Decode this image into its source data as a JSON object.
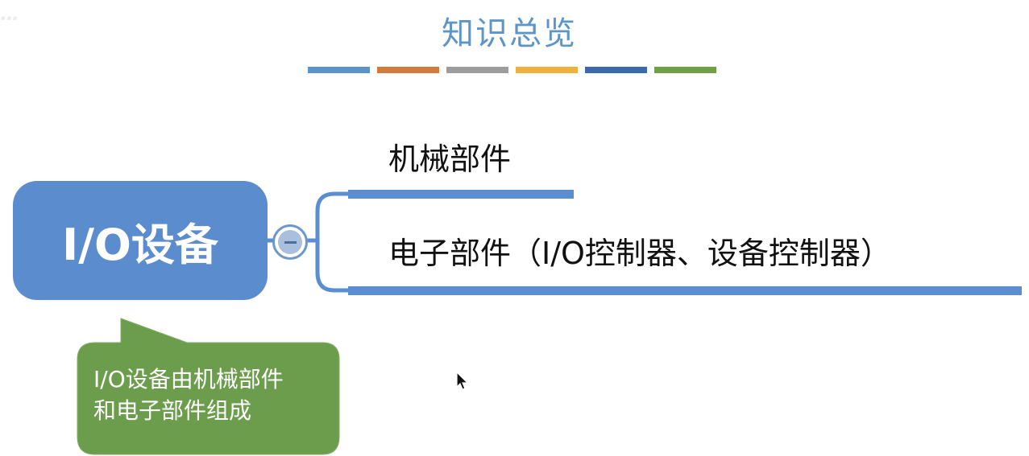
{
  "header": {
    "title": "知识总览",
    "color_bars": [
      "#5b94c8",
      "#d47a3f",
      "#9d9d9d",
      "#f0b13c",
      "#3d69ad",
      "#6f9f47"
    ]
  },
  "mind_map": {
    "root": "I/O设备",
    "collapse_control": "collapse-node",
    "branches": [
      {
        "label": "机械部件"
      },
      {
        "label": "电子部件（I/O控制器、设备控制器）"
      }
    ]
  },
  "callout": {
    "lines": [
      "I/O设备由机械部件",
      "和电子部件组成"
    ],
    "fill_color": "#6c9d4c"
  },
  "watermark": {
    "text": "…"
  }
}
